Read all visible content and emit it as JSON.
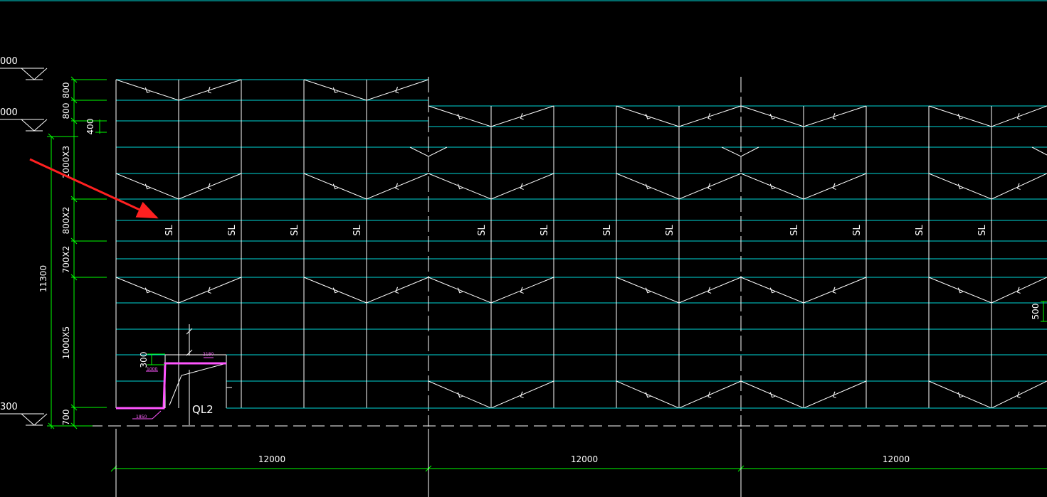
{
  "levels": [
    "000",
    "000",
    "300"
  ],
  "dims_left": {
    "d1": "800",
    "d2": "800",
    "d3": "400",
    "d4": "1000X3",
    "d5": "800X2",
    "d6": "700X2",
    "d7": "1000X5",
    "d8": "700",
    "total": "11300",
    "d300": "300"
  },
  "dims_bottom": [
    "12000",
    "12000",
    "12000"
  ],
  "dim_right": "500",
  "sl_label": "SL",
  "l_label": "L",
  "tag": "QL2",
  "tiny_labels": [
    "2180",
    "1000",
    "1850"
  ],
  "colors": {
    "background": "#000000",
    "grid": "#00d8d8",
    "members": "#ffffff",
    "dimension": "#00ff00",
    "highlight": "#ff55ff",
    "arrow": "#ff2020"
  }
}
